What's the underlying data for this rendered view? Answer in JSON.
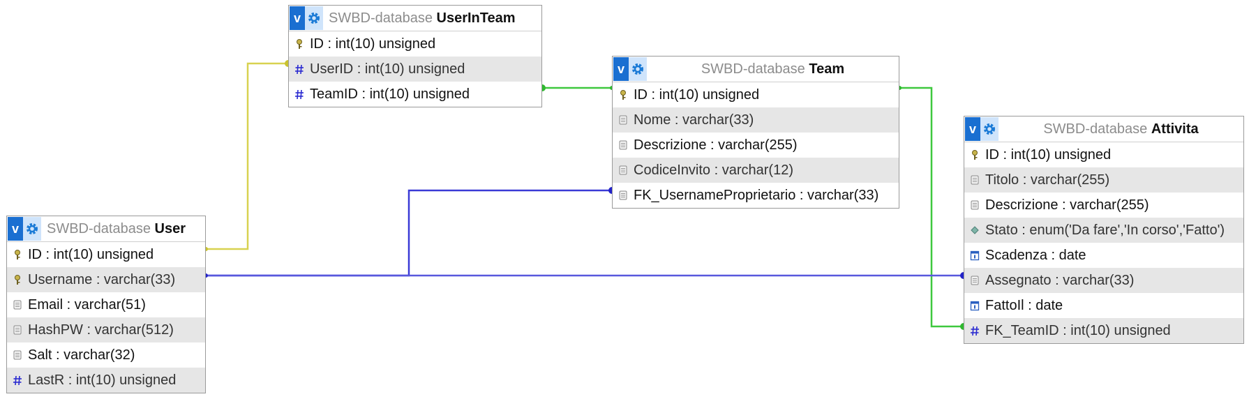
{
  "database": "SWBD-database",
  "colors": {
    "link_yellow": "#d8d250",
    "link_green": "#3ec83e",
    "link_blue": "#3a3ad6",
    "header_v": "#1a6fd1",
    "row_alt": "#e6e6e6"
  },
  "tables": {
    "userinteam": {
      "name": "UserInTeam",
      "columns": [
        {
          "text": "ID : int(10) unsigned",
          "icon": "key-icon"
        },
        {
          "text": "UserID : int(10) unsigned",
          "icon": "hash-icon"
        },
        {
          "text": "TeamID : int(10) unsigned",
          "icon": "hash-icon"
        }
      ]
    },
    "team": {
      "name": "Team",
      "columns": [
        {
          "text": "ID : int(10) unsigned",
          "icon": "key-icon"
        },
        {
          "text": "Nome : varchar(33)",
          "icon": "text-field-icon"
        },
        {
          "text": "Descrizione : varchar(255)",
          "icon": "text-field-icon"
        },
        {
          "text": "CodiceInvito : varchar(12)",
          "icon": "text-field-icon"
        },
        {
          "text": "FK_UsernameProprietario : varchar(33)",
          "icon": "text-field-icon"
        }
      ]
    },
    "user": {
      "name": "User",
      "columns": [
        {
          "text": "ID : int(10) unsigned",
          "icon": "key-icon"
        },
        {
          "text": "Username : varchar(33)",
          "icon": "key-icon"
        },
        {
          "text": "Email : varchar(51)",
          "icon": "text-field-icon"
        },
        {
          "text": "HashPW : varchar(512)",
          "icon": "text-field-icon"
        },
        {
          "text": "Salt : varchar(32)",
          "icon": "text-field-icon"
        },
        {
          "text": "LastR : int(10) unsigned",
          "icon": "hash-icon"
        }
      ]
    },
    "attivita": {
      "name": "Attivita",
      "columns": [
        {
          "text": "ID : int(10) unsigned",
          "icon": "key-icon"
        },
        {
          "text": "Titolo : varchar(255)",
          "icon": "text-field-icon"
        },
        {
          "text": "Descrizione : varchar(255)",
          "icon": "text-field-icon"
        },
        {
          "text": "Stato : enum('Da fare','In corso','Fatto')",
          "icon": "enum-icon"
        },
        {
          "text": "Scadenza : date",
          "icon": "date-icon"
        },
        {
          "text": "Assegnato : varchar(33)",
          "icon": "text-field-icon"
        },
        {
          "text": "FattoIl : date",
          "icon": "date-icon"
        },
        {
          "text": "FK_TeamID : int(10) unsigned",
          "icon": "hash-icon"
        }
      ]
    }
  }
}
